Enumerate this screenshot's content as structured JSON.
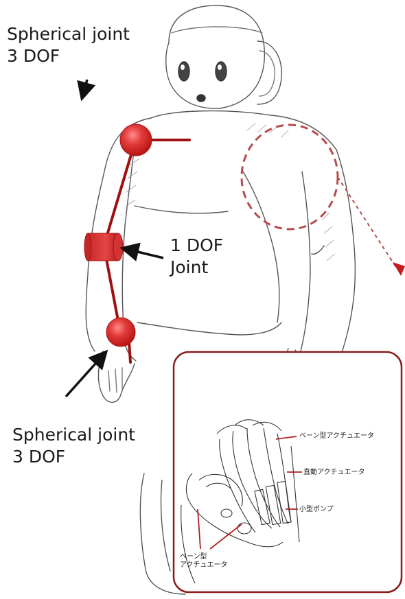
{
  "colors": {
    "joint": "#cc1f1f",
    "link": "#9e1010",
    "highlight": "#b84a4a",
    "sketch": "#555555"
  },
  "labels": {
    "shoulder_joint": {
      "line1": "Spherical joint",
      "line2": "3 DOF"
    },
    "elbow_joint": {
      "line1": "1 DOF",
      "line2": "Joint"
    },
    "wrist_joint": {
      "line1": "Spherical joint",
      "line2": "3 DOF"
    }
  },
  "inset": {
    "callout_vane": "ベーン型アクチュエータ",
    "callout_linear": "直動アクチュエータ",
    "callout_pump": "小型ポンプ",
    "callout_vane_palm": {
      "line1": "ベーン型",
      "line2": "アクチュエータ"
    }
  },
  "icons": {
    "shoulder": "red-sphere-joint",
    "elbow": "red-cylinder-joint",
    "wrist": "red-sphere-joint"
  }
}
